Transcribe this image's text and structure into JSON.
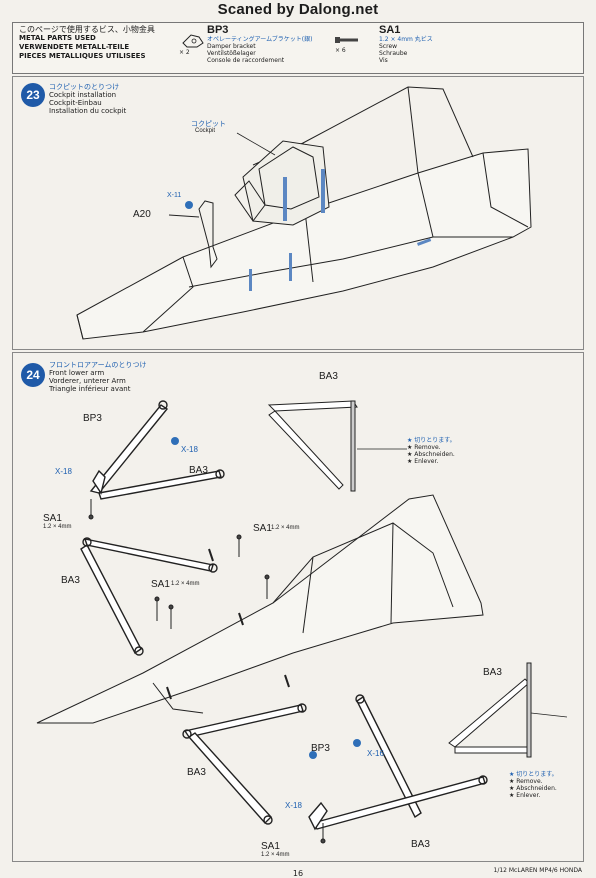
{
  "header": {
    "scan_title": "Scaned by Dalong.net"
  },
  "parts_used": {
    "title_jp": "このページで使用するビス、小物金具",
    "title_en": "METAL PARTS USED",
    "title_de": "VERWENDETE METALL-TEILE",
    "title_fr": "PIECES METALLIQUES UTILISEES",
    "items": [
      {
        "code": "BP3",
        "jp": "オペレーティングアームブラケット(銀)",
        "en": "Damper bracket",
        "de": "Ventilstößelager",
        "fr": "Console de raccordement",
        "qty": "× 2"
      },
      {
        "code": "SA1",
        "jp": "1.2 × 4mm 丸ビス",
        "en": "Screw",
        "de": "Schraube",
        "fr": "Vis",
        "qty": "× 6"
      }
    ]
  },
  "step23": {
    "number": "23",
    "title_jp": "コクピットのとりつけ",
    "title_en": "Cockpit installation",
    "title_de": "Cockpit-Einbau",
    "title_fr": "Installation du cockpit",
    "labels": {
      "cockpit_jp": "コクピット",
      "cockpit_en": "Cockpit",
      "screw": "X-11",
      "part": "A20"
    }
  },
  "step24": {
    "number": "24",
    "title_jp": "フロントロアアームのとりつけ",
    "title_en": "Front lower arm",
    "title_de": "Vorderer, unterer Arm",
    "title_fr": "Triangle inférieur avant",
    "labels": {
      "ba3": "BA3",
      "bp3": "BP3",
      "sa1": "SA1",
      "sa1_size": "1.2 × 4mm",
      "x18": "X-18",
      "x16": "X-16"
    },
    "cut_note": {
      "jp": "★ 切りとります。",
      "en": "★ Remove.",
      "de": "★ Abschneiden.",
      "fr": "★ Enlever."
    }
  },
  "footer": {
    "model": "1/12 McLAREN MP4/6 HONDA",
    "page_number": "16"
  }
}
